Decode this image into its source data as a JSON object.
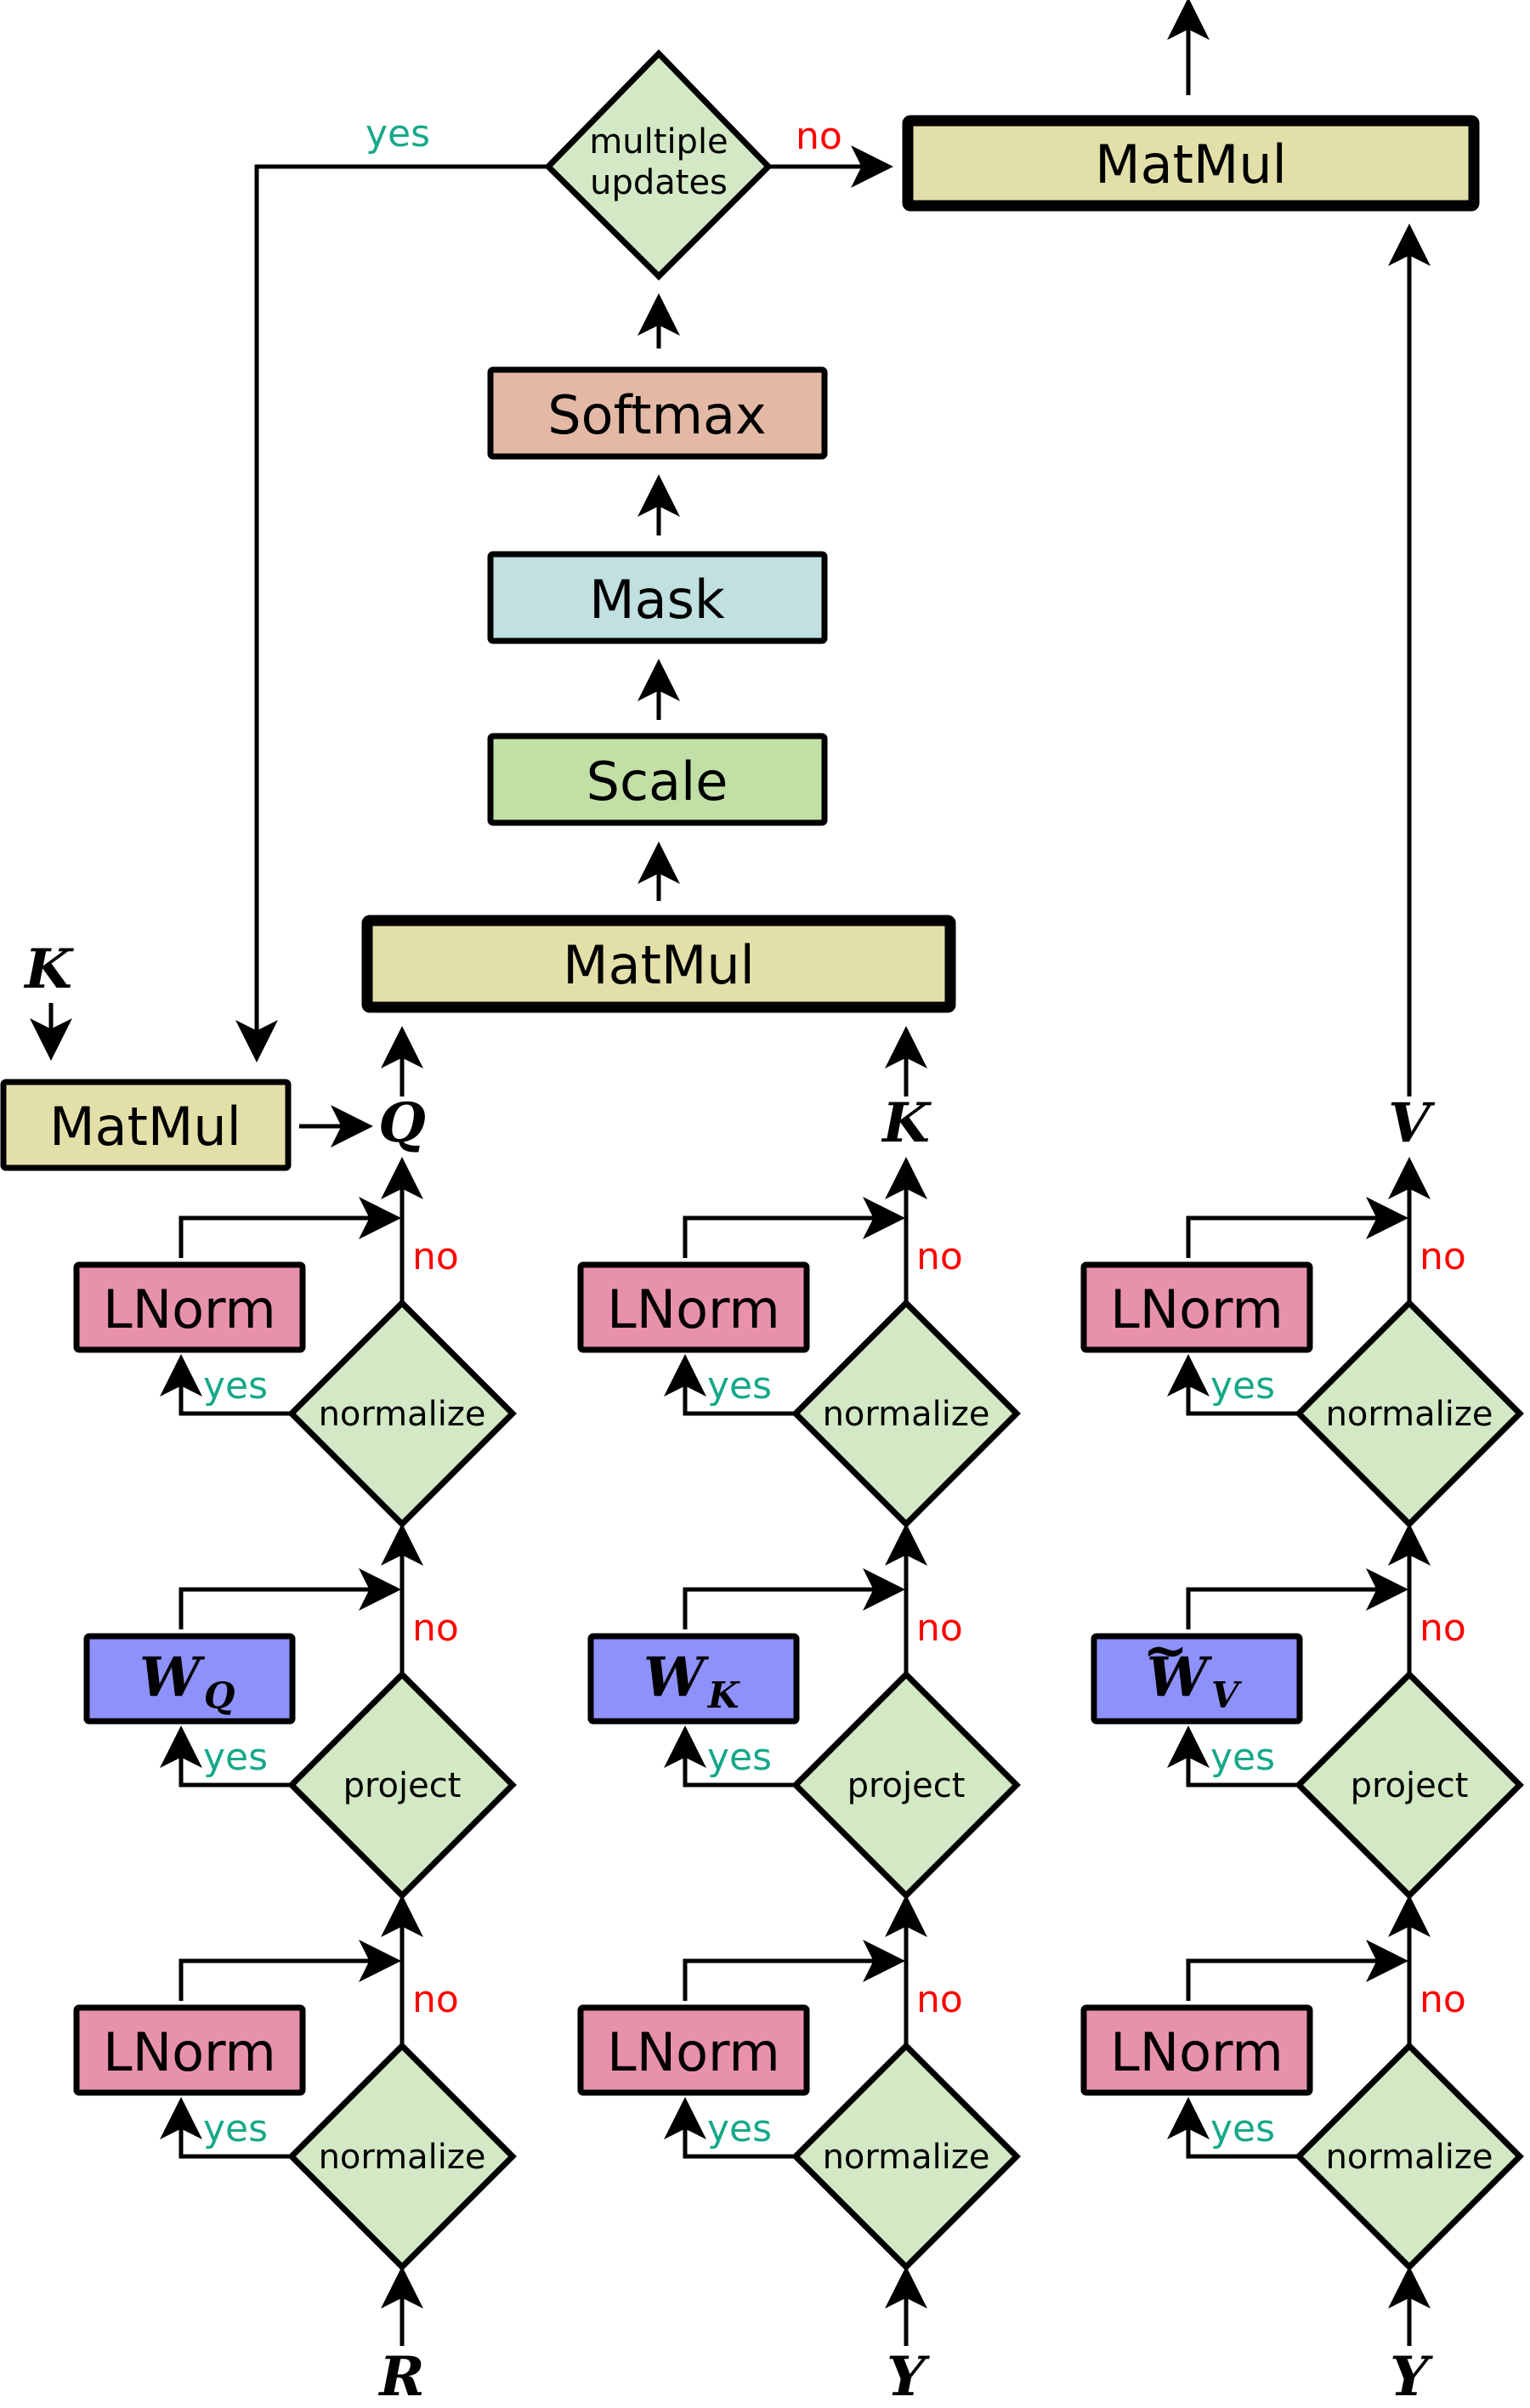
{
  "colors": {
    "matmul": "#e3dfa9",
    "softmax": "#e3b9a6",
    "mask": "#c1e0e0",
    "scale": "#c2e0a6",
    "lnorm": "#e891aa",
    "weight": "#8f91fb",
    "decision": "#d3e8c4",
    "yes": "#16a889",
    "no": "#ff0000"
  },
  "top": {
    "decision": {
      "line1": "multiple",
      "line2": "updates"
    },
    "yes_label": "yes",
    "no_label": "no",
    "output_matmul": "MatMul",
    "softmax": "Softmax",
    "mask": "Mask",
    "scale": "Scale",
    "score_matmul": "MatMul"
  },
  "side": {
    "k_input": "K",
    "matmul": "MatMul"
  },
  "columns": [
    {
      "id": "q",
      "output": "Q",
      "input": "R",
      "upper_norm": {
        "decision": "normalize",
        "box": "LNorm",
        "yes": "yes",
        "no": "no"
      },
      "project": {
        "decision": "project",
        "weight": "W",
        "weight_sub": "Q",
        "tilde": "",
        "yes": "yes",
        "no": "no"
      },
      "lower_norm": {
        "decision": "normalize",
        "box": "LNorm",
        "yes": "yes",
        "no": "no"
      }
    },
    {
      "id": "k",
      "output": "K",
      "input": "Y",
      "upper_norm": {
        "decision": "normalize",
        "box": "LNorm",
        "yes": "yes",
        "no": "no"
      },
      "project": {
        "decision": "project",
        "weight": "W",
        "weight_sub": "K",
        "tilde": "",
        "yes": "yes",
        "no": "no"
      },
      "lower_norm": {
        "decision": "normalize",
        "box": "LNorm",
        "yes": "yes",
        "no": "no"
      }
    },
    {
      "id": "v",
      "output": "V",
      "input": "Y",
      "upper_norm": {
        "decision": "normalize",
        "box": "LNorm",
        "yes": "yes",
        "no": "no"
      },
      "project": {
        "decision": "project",
        "weight": "W",
        "weight_sub": "V",
        "tilde": "~",
        "yes": "yes",
        "no": "no"
      },
      "lower_norm": {
        "decision": "normalize",
        "box": "LNorm",
        "yes": "yes",
        "no": "no"
      }
    }
  ]
}
